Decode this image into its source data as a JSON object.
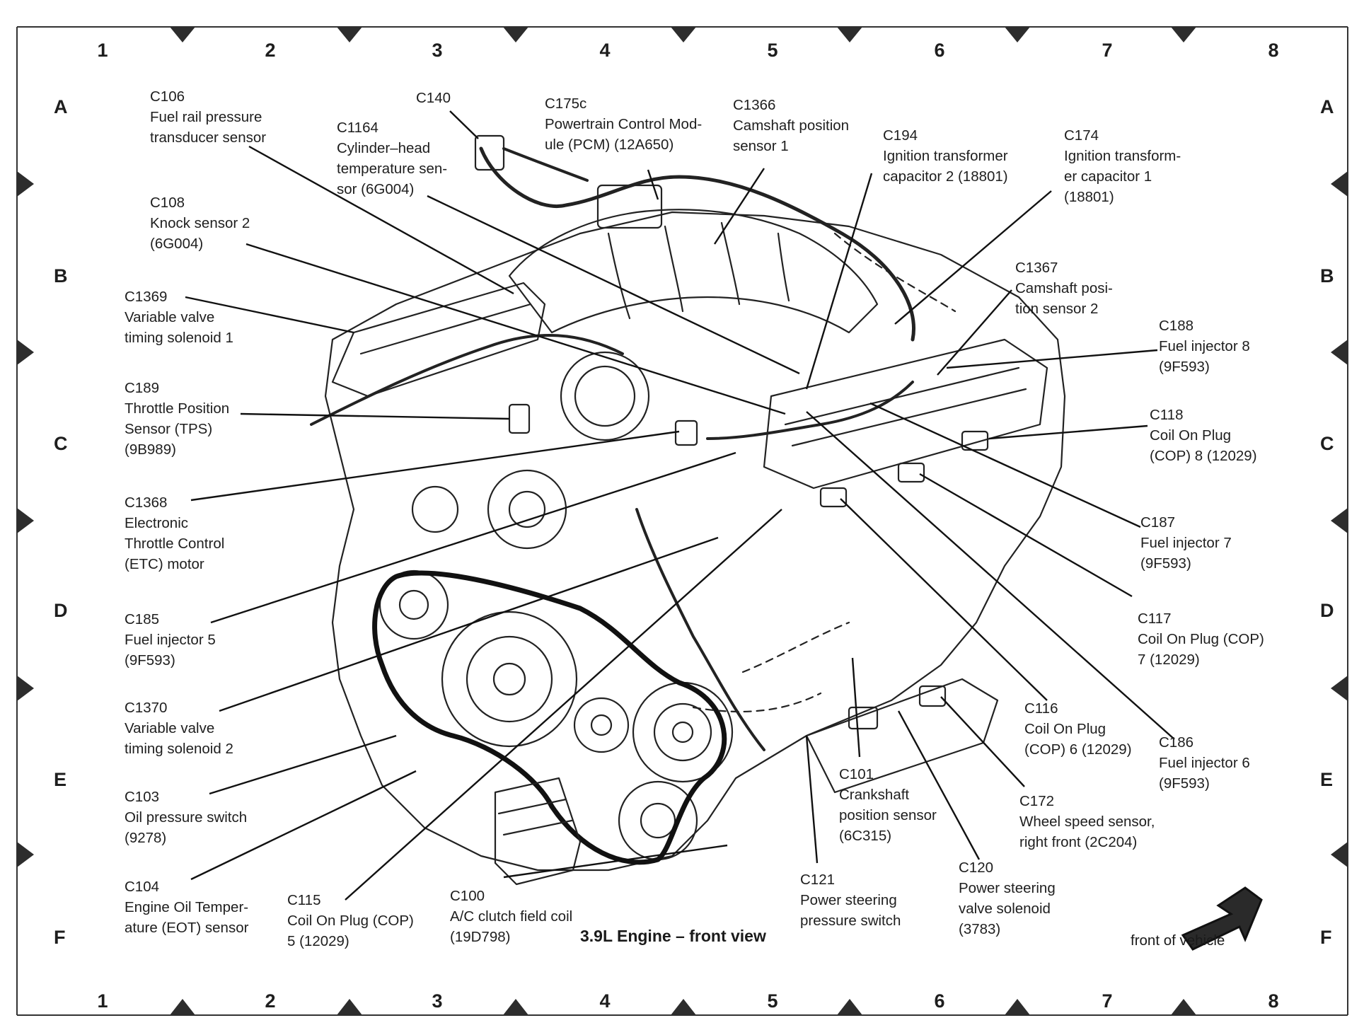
{
  "title": "3.9L Engine – front view",
  "front_label": "front of vehicle",
  "grid": {
    "columns": [
      "1",
      "2",
      "3",
      "4",
      "5",
      "6",
      "7",
      "8"
    ],
    "rows": [
      "A",
      "B",
      "C",
      "D",
      "E",
      "F"
    ]
  },
  "callouts": [
    {
      "id": "C106",
      "lines": [
        "C106",
        "Fuel rail pressure",
        "transducer sensor"
      ]
    },
    {
      "id": "C140",
      "lines": [
        "C140"
      ]
    },
    {
      "id": "C1164",
      "lines": [
        "C1164",
        "Cylinder–head",
        "temperature sen-",
        "sor (6G004)"
      ]
    },
    {
      "id": "C175c",
      "lines": [
        "C175c",
        "Powertrain Control Mod-",
        "ule (PCM) (12A650)"
      ]
    },
    {
      "id": "C1366",
      "lines": [
        "C1366",
        "Camshaft position",
        "sensor 1"
      ]
    },
    {
      "id": "C194",
      "lines": [
        "C194",
        "Ignition transformer",
        "capacitor 2 (18801)"
      ]
    },
    {
      "id": "C174",
      "lines": [
        "C174",
        "Ignition transform-",
        "er capacitor 1",
        "(18801)"
      ]
    },
    {
      "id": "C108",
      "lines": [
        "C108",
        "Knock sensor 2",
        "(6G004)"
      ]
    },
    {
      "id": "C1367",
      "lines": [
        "C1367",
        "Camshaft posi-",
        "tion sensor 2"
      ]
    },
    {
      "id": "C1369",
      "lines": [
        "C1369",
        "Variable valve",
        "timing solenoid 1"
      ]
    },
    {
      "id": "C188",
      "lines": [
        "C188",
        "Fuel injector 8",
        "(9F593)"
      ]
    },
    {
      "id": "C189",
      "lines": [
        "C189",
        "Throttle Position",
        "Sensor (TPS)",
        "(9B989)"
      ]
    },
    {
      "id": "C118",
      "lines": [
        "C118",
        "Coil On Plug",
        "(COP) 8 (12029)"
      ]
    },
    {
      "id": "C1368",
      "lines": [
        "C1368",
        "Electronic",
        "Throttle Control",
        "(ETC) motor"
      ]
    },
    {
      "id": "C187",
      "lines": [
        "C187",
        "Fuel injector 7",
        "(9F593)"
      ]
    },
    {
      "id": "C185",
      "lines": [
        "C185",
        "Fuel injector 5",
        "(9F593)"
      ]
    },
    {
      "id": "C117",
      "lines": [
        "C117",
        "Coil On Plug (COP)",
        "7 (12029)"
      ]
    },
    {
      "id": "C1370",
      "lines": [
        "C1370",
        "Variable valve",
        "timing solenoid 2"
      ]
    },
    {
      "id": "C116",
      "lines": [
        "C116",
        "Coil On Plug",
        "(COP) 6 (12029)"
      ]
    },
    {
      "id": "C186",
      "lines": [
        "C186",
        "Fuel injector 6",
        "(9F593)"
      ]
    },
    {
      "id": "C103",
      "lines": [
        "C103",
        "Oil pressure switch",
        "(9278)"
      ]
    },
    {
      "id": "C101",
      "lines": [
        "C101",
        "Crankshaft",
        "position sensor",
        "(6C315)"
      ]
    },
    {
      "id": "C172",
      "lines": [
        "C172",
        "Wheel speed sensor,",
        "right front (2C204)"
      ]
    },
    {
      "id": "C120",
      "lines": [
        "C120",
        "Power steering",
        "valve solenoid",
        "(3783)"
      ]
    },
    {
      "id": "C104",
      "lines": [
        "C104",
        "Engine Oil Temper-",
        "ature (EOT) sensor"
      ]
    },
    {
      "id": "C115",
      "lines": [
        "C115",
        "Coil On Plug (COP)",
        "5 (12029)"
      ]
    },
    {
      "id": "C100",
      "lines": [
        "C100",
        "A/C clutch field coil",
        "(19D798)"
      ]
    },
    {
      "id": "C121",
      "lines": [
        "C121",
        "Power steering",
        "pressure switch"
      ]
    }
  ]
}
